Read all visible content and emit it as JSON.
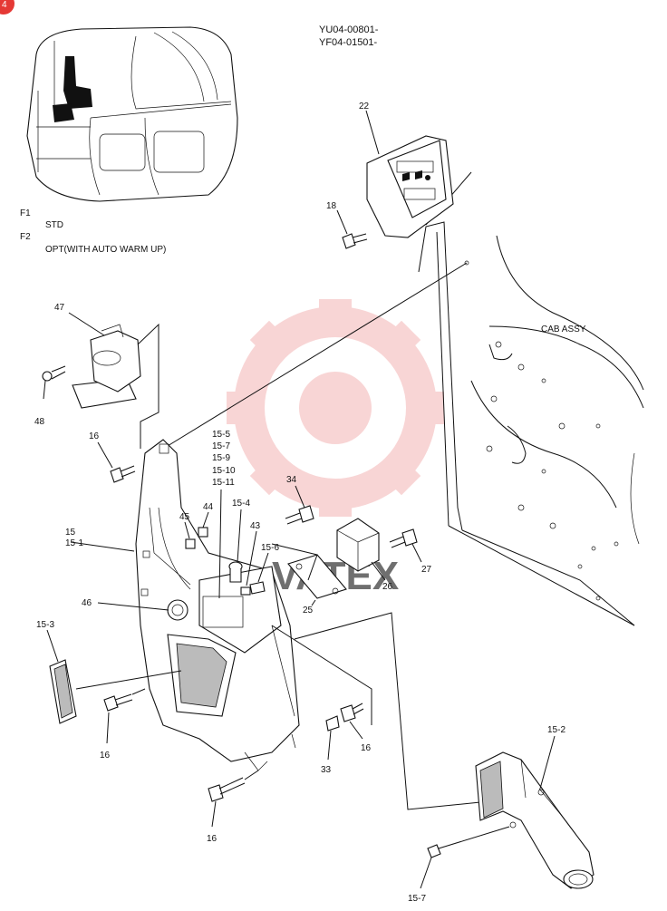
{
  "header": {
    "serials": [
      "YU04-00801-",
      "YF04-01501-"
    ]
  },
  "notes": [
    {
      "code": "F1",
      "text": "STD"
    },
    {
      "code": "F2",
      "text": "OPT(WITH AUTO WARM UP)"
    }
  ],
  "assembly_label": "CAB ASSY",
  "watermark": "VATEX",
  "badge": "4",
  "colors": {
    "line": "#111111",
    "watermark": "#f3b3b3"
  },
  "callouts": {
    "p22": "22",
    "p18": "18",
    "p47": "47",
    "p48": "48",
    "p16a": "16",
    "p15_5": "15-5",
    "p15_7a": "15-7",
    "p15_9": "15-9",
    "p15_10": "15-10",
    "p15_11": "15-11",
    "p34": "34",
    "p44": "44",
    "p45": "45",
    "p15_4": "15-4",
    "p43": "43",
    "p15_6": "15-6",
    "p15": "15",
    "p15_1": "15-1",
    "p27": "27",
    "p26": "26",
    "p25": "25",
    "p46": "46",
    "p15_3": "15-3",
    "p16b": "16",
    "p33": "33",
    "p16c": "16",
    "p15_2": "15-2",
    "p16d": "16",
    "p15_7b": "15-7"
  }
}
